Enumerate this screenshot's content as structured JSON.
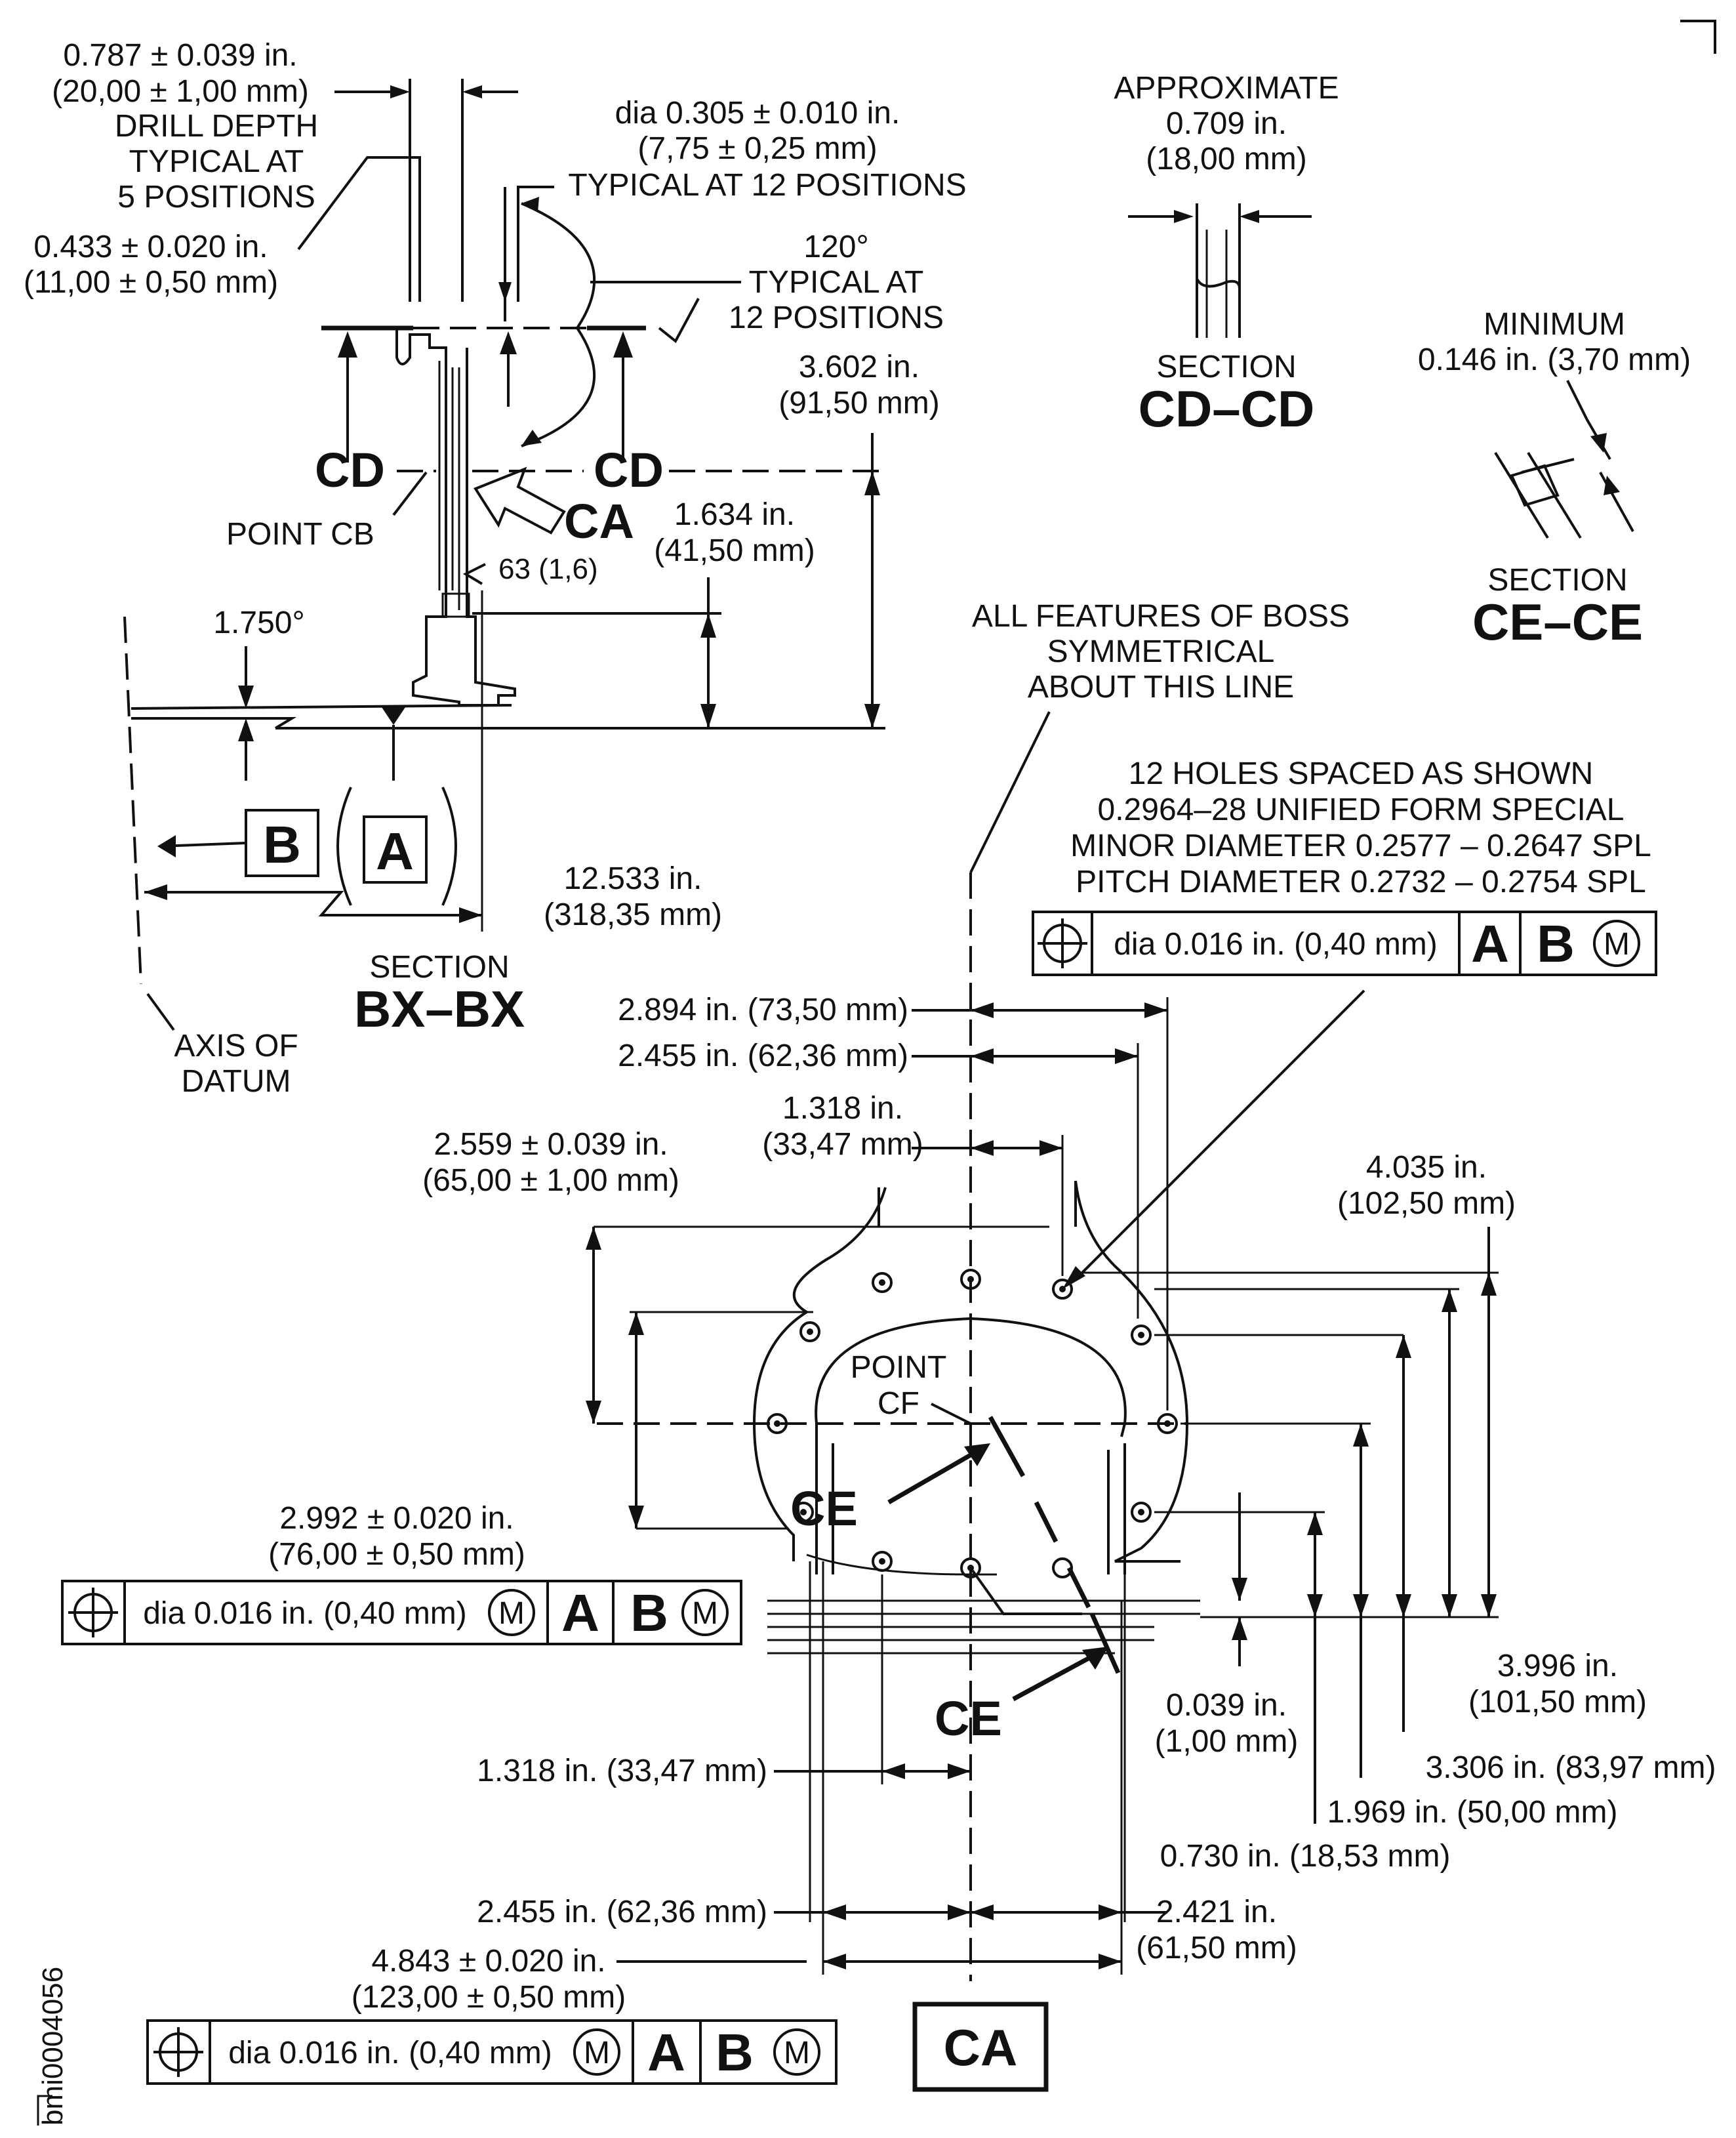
{
  "figure_id": "bmi0004056",
  "top_section": {
    "drill_depth": {
      "line1": "0.787 ± 0.039 in.",
      "line2": "(20,00 ± 1,00 mm)",
      "line3": "DRILL DEPTH",
      "line4": "TYPICAL AT",
      "line5": "5 POSITIONS"
    },
    "dim_0433": {
      "line1": "0.433 ± 0.020 in.",
      "line2": "(11,00 ± 0,50 mm)"
    },
    "hole_dia": {
      "line1": "dia 0.305 ± 0.010 in.",
      "line2": "(7,75 ± 0,25 mm)",
      "line3": "TYPICAL AT 12 POSITIONS"
    },
    "angle": {
      "line1": "120°",
      "line2": "TYPICAL AT",
      "line3": "12 POSITIONS"
    },
    "dim_3602": {
      "line1": "3.602 in.",
      "line2": "(91,50 mm)"
    },
    "dim_1634": {
      "line1": "1.634 in.",
      "line2": "(41,50 mm)"
    },
    "cd_left": "CD",
    "cd_right": "CD",
    "ca_arrow_label": "CA",
    "point_cb": "POINT CB",
    "surface_finish": "63 (1,6)",
    "angle_1750": "1.750°",
    "datum_b": "B",
    "datum_a": "A",
    "dim_12533": {
      "line1": "12.533 in.",
      "line2": "(318,35 mm)"
    },
    "section_word": "SECTION",
    "section_name": "BX–BX",
    "axis_label": {
      "line1": "AXIS OF",
      "line2": "DATUM"
    }
  },
  "section_cd": {
    "line1": "APPROXIMATE",
    "line2": "0.709 in.",
    "line3": "(18,00 mm)",
    "section_word": "SECTION",
    "section_name": "CD–CD"
  },
  "section_ce": {
    "line1": "MINIMUM",
    "line2": "0.146 in. (3,70 mm)",
    "section_word": "SECTION",
    "section_name": "CE–CE"
  },
  "boss_note": {
    "line1": "ALL FEATURES OF BOSS",
    "line2": "SYMMETRICAL",
    "line3": "ABOUT THIS LINE"
  },
  "holes_note": {
    "line1": "12 HOLES SPACED AS SHOWN",
    "line2": "0.2964–28 UNIFIED FORM SPECIAL",
    "line3": "MINOR DIAMETER 0.2577 – 0.2647 SPL",
    "line4": "PITCH DIAMETER 0.2732 – 0.2754 SPL"
  },
  "fcf_top": {
    "tolerance": "dia 0.016 in. (0,40 mm)",
    "datum1": "A",
    "datum2": "B",
    "modifier2": "M"
  },
  "fcf_left": {
    "tolerance": "dia 0.016 in. (0,40 mm)",
    "modifier1": "M",
    "datum1": "A",
    "datum2": "B",
    "modifier2": "M"
  },
  "fcf_bottom": {
    "tolerance": "dia 0.016 in. (0,40 mm)",
    "modifier1": "M",
    "datum1": "A",
    "datum2": "B",
    "modifier2": "M"
  },
  "view_dims": {
    "d2894": "2.894 in. (73,50 mm)",
    "d2455_top": "2.455 in. (62,36 mm)",
    "d1318_top": {
      "line1": "1.318 in.",
      "line2": "(33,47 mm)"
    },
    "d2559": {
      "line1": "2.559 ± 0.039 in.",
      "line2": "(65,00 ± 1,00 mm)"
    },
    "d4035": {
      "line1": "4.035 in.",
      "line2": "(102,50 mm)"
    },
    "point_cf": {
      "line1": "POINT",
      "line2": "CF"
    },
    "ce_upper": "CE",
    "ce_lower": "CE",
    "d2992": {
      "line1": "2.992 ± 0.020 in.",
      "line2": "(76,00 ± 0,50 mm)"
    },
    "d0039": {
      "line1": "0.039 in.",
      "line2": "(1,00 mm)"
    },
    "d3996": {
      "line1": "3.996 in.",
      "line2": "(101,50 mm)"
    },
    "d3306": "3.306 in. (83,97 mm)",
    "d1969": "1.969 in. (50,00 mm)",
    "d0730": "0.730 in. (18,53 mm)",
    "d1318_bottom": "1.318 in. (33,47 mm)",
    "d2455_bottom": "2.455 in. (62,36 mm)",
    "d2421": {
      "line1": "2.421 in.",
      "line2": "(61,50 mm)"
    },
    "d4843": {
      "line1": "4.843 ± 0.020 in.",
      "line2": "(123,00 ± 0,50 mm)"
    },
    "view_label": "CA"
  }
}
